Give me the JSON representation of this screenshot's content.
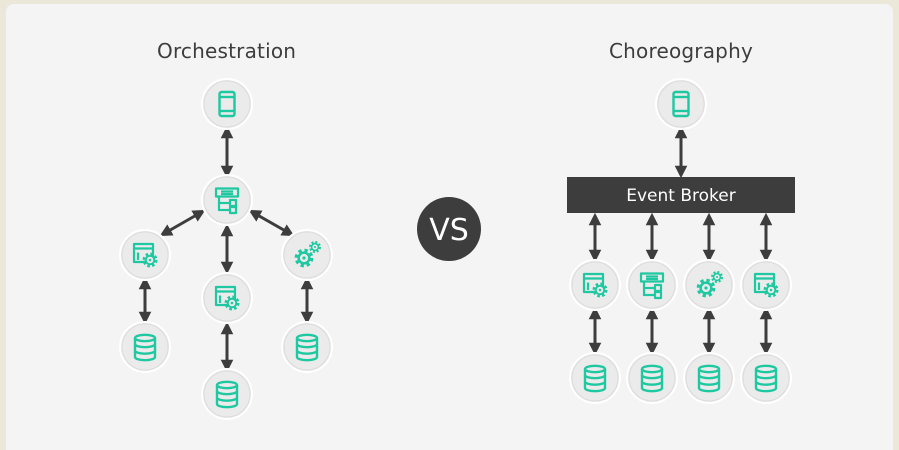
{
  "orchestration": {
    "title": "Orchestration"
  },
  "choreography": {
    "title": "Choreography",
    "broker_label": "Event Broker"
  },
  "vs": {
    "label": "VS"
  },
  "colors": {
    "accent": "#1ec8a0",
    "dark": "#3d3d3d",
    "node_fill": "#ececec",
    "node_stroke": "#ffffff",
    "background": "#f4f4f4"
  }
}
